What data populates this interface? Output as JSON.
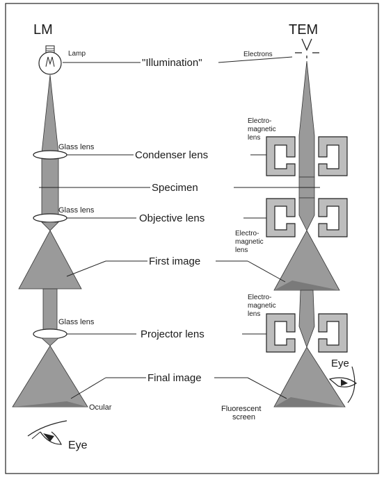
{
  "titles": {
    "lm": "LM",
    "tem": "TEM"
  },
  "left_labels": {
    "lamp": "Lamp",
    "glass_lens_1": "Glass lens",
    "glass_lens_2": "Glass lens",
    "glass_lens_3": "Glass lens",
    "ocular": "Ocular",
    "eye": "Eye"
  },
  "center_labels": {
    "illumination": "\"Illumination\"",
    "condenser": "Condenser lens",
    "specimen": "Specimen",
    "objective": "Objective lens",
    "first_image": "First image",
    "projector": "Projector lens",
    "final_image": "Final image"
  },
  "right_labels": {
    "electrons": "Electrons",
    "em_lens_1": [
      "Electro-",
      "magnetic",
      "lens"
    ],
    "em_lens_2": [
      "Electro-",
      "magnetic",
      "lens"
    ],
    "em_lens_3": [
      "Electro-",
      "magnetic",
      "lens"
    ],
    "eye": "Eye",
    "screen": [
      "Fluorescent",
      "screen"
    ]
  },
  "colors": {
    "beam": "#9a9a9a",
    "frame": "#222222",
    "coil": "#bdbdbd"
  }
}
